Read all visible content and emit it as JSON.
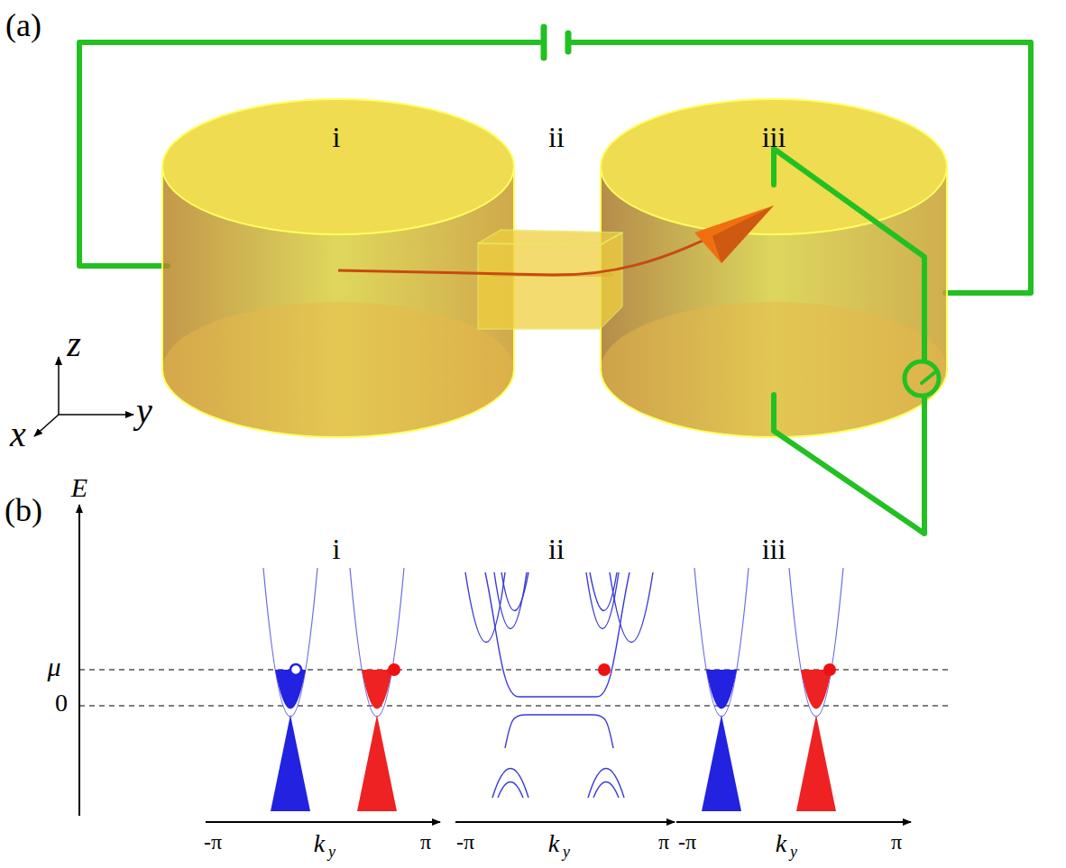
{
  "diagram": {
    "labels": [
      "(a)",
      "i",
      "ii",
      "iii",
      "z",
      "x",
      "y",
      "(b)",
      "E",
      "μ",
      "0",
      "i",
      "ii",
      "iii",
      "-π",
      "k",
      "y",
      "π",
      "-π",
      "k",
      "y",
      "π",
      "-π",
      "k",
      "y",
      "π"
    ]
  }
}
